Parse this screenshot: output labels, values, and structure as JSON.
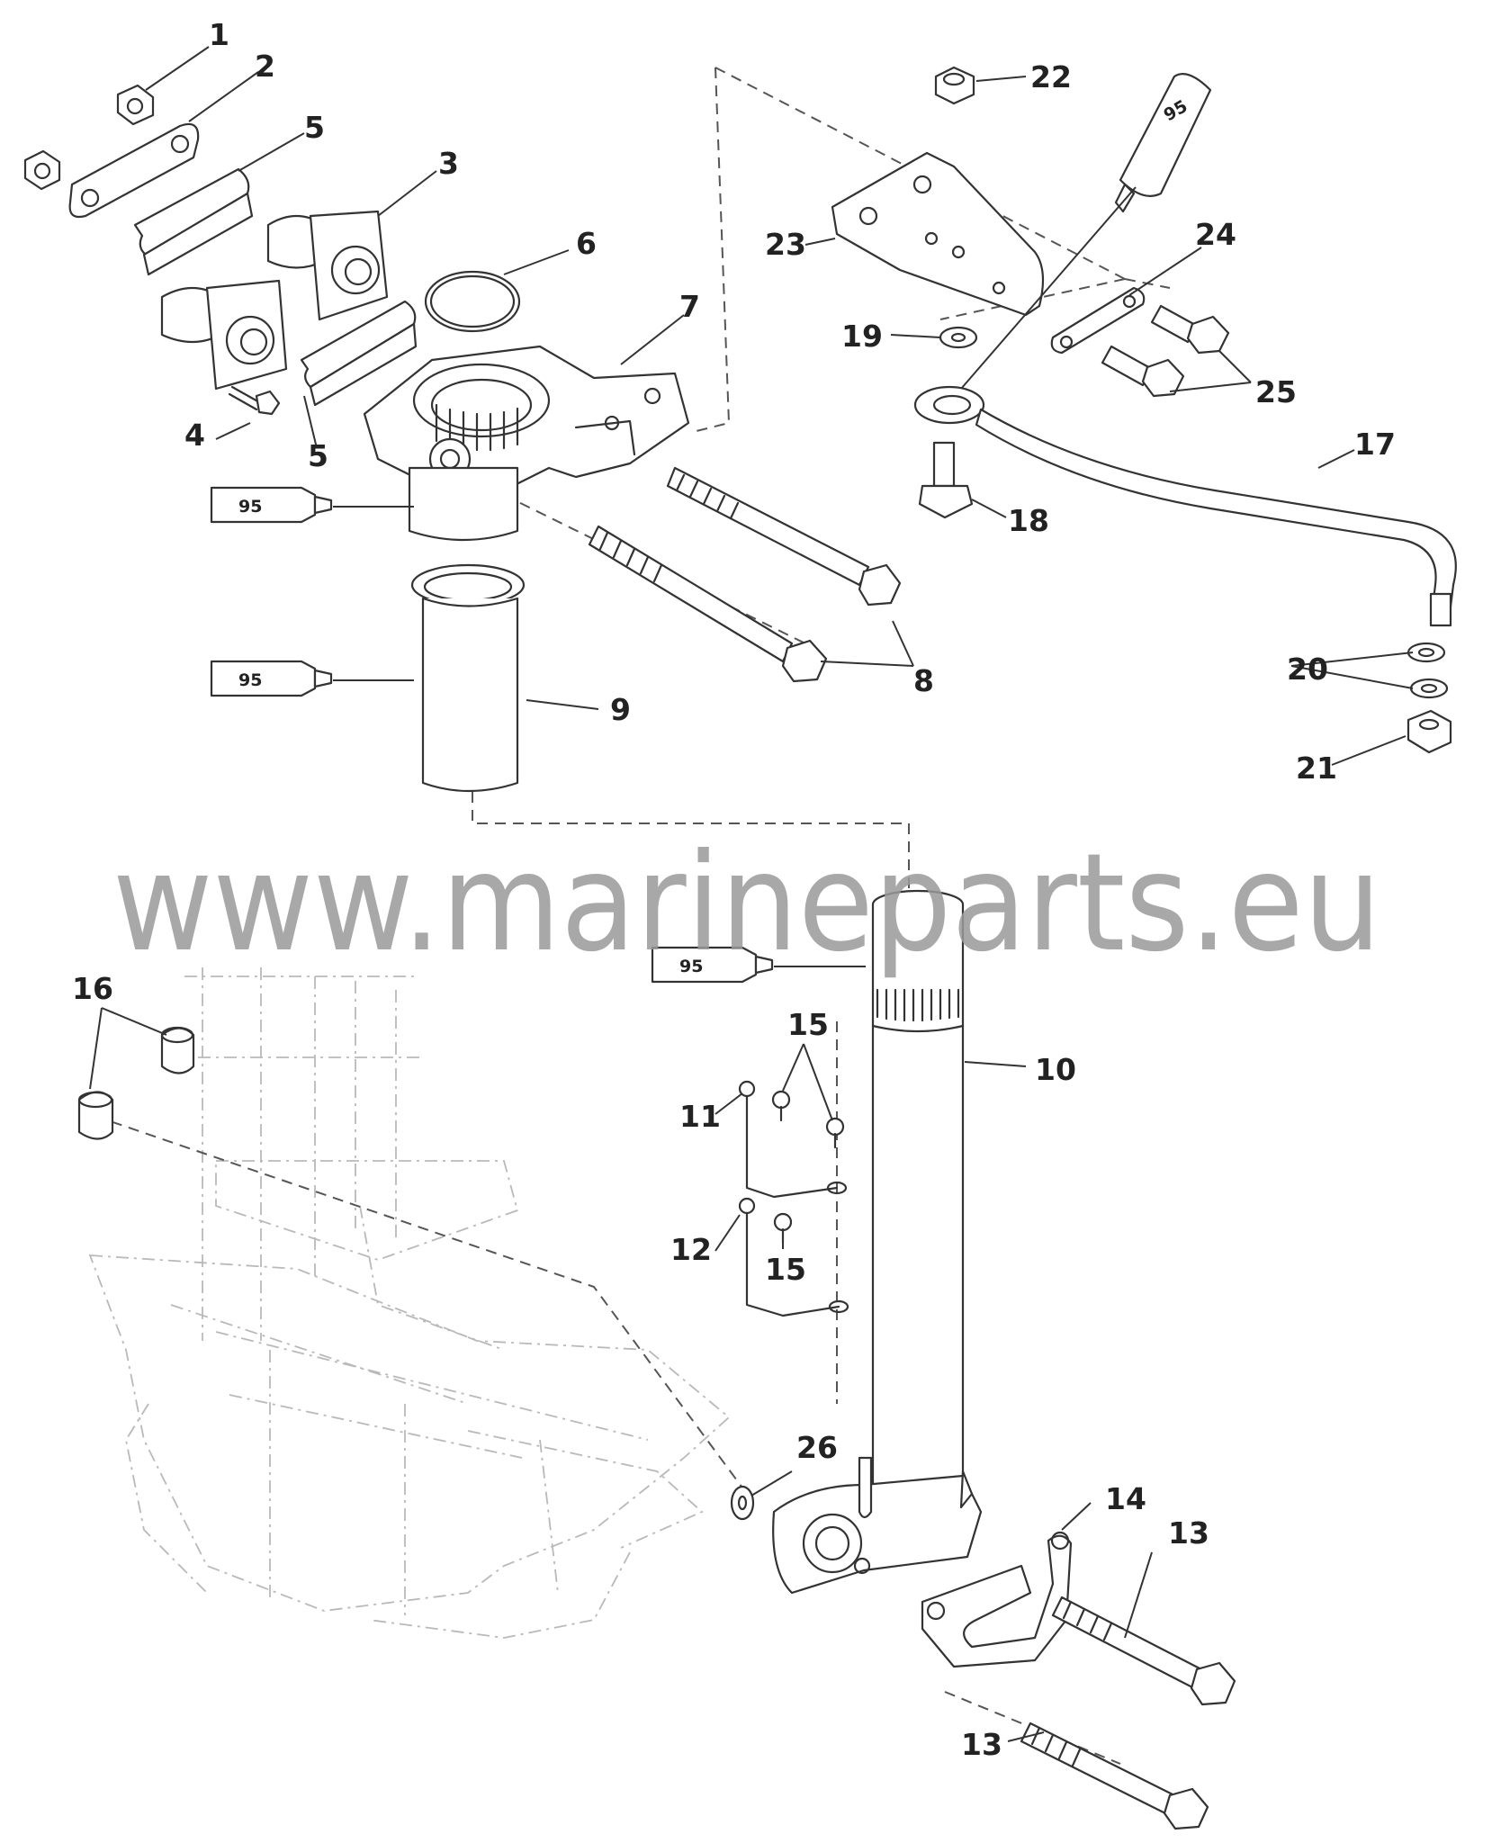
{
  "watermark": "www.marineparts.eu",
  "sealant_label": "95",
  "callouts": [
    {
      "id": "c1",
      "label": "1"
    },
    {
      "id": "c2",
      "label": "2"
    },
    {
      "id": "c3",
      "label": "3"
    },
    {
      "id": "c4",
      "label": "4"
    },
    {
      "id": "c5a",
      "label": "5"
    },
    {
      "id": "c5b",
      "label": "5"
    },
    {
      "id": "c6",
      "label": "6"
    },
    {
      "id": "c7",
      "label": "7"
    },
    {
      "id": "c8",
      "label": "8"
    },
    {
      "id": "c9",
      "label": "9"
    },
    {
      "id": "c10",
      "label": "10"
    },
    {
      "id": "c11",
      "label": "11"
    },
    {
      "id": "c12",
      "label": "12"
    },
    {
      "id": "c13a",
      "label": "13"
    },
    {
      "id": "c13b",
      "label": "13"
    },
    {
      "id": "c14",
      "label": "14"
    },
    {
      "id": "c15a",
      "label": "15"
    },
    {
      "id": "c15b",
      "label": "15"
    },
    {
      "id": "c16",
      "label": "16"
    },
    {
      "id": "c17",
      "label": "17"
    },
    {
      "id": "c18",
      "label": "18"
    },
    {
      "id": "c19",
      "label": "19"
    },
    {
      "id": "c20",
      "label": "20"
    },
    {
      "id": "c21",
      "label": "21"
    },
    {
      "id": "c22",
      "label": "22"
    },
    {
      "id": "c23",
      "label": "23"
    },
    {
      "id": "c24",
      "label": "24"
    },
    {
      "id": "c25",
      "label": "25"
    },
    {
      "id": "c26",
      "label": "26"
    }
  ],
  "colors": {
    "line": "#333333",
    "ghost": "#b9b9b9",
    "watermark": "#9a9a9a"
  }
}
